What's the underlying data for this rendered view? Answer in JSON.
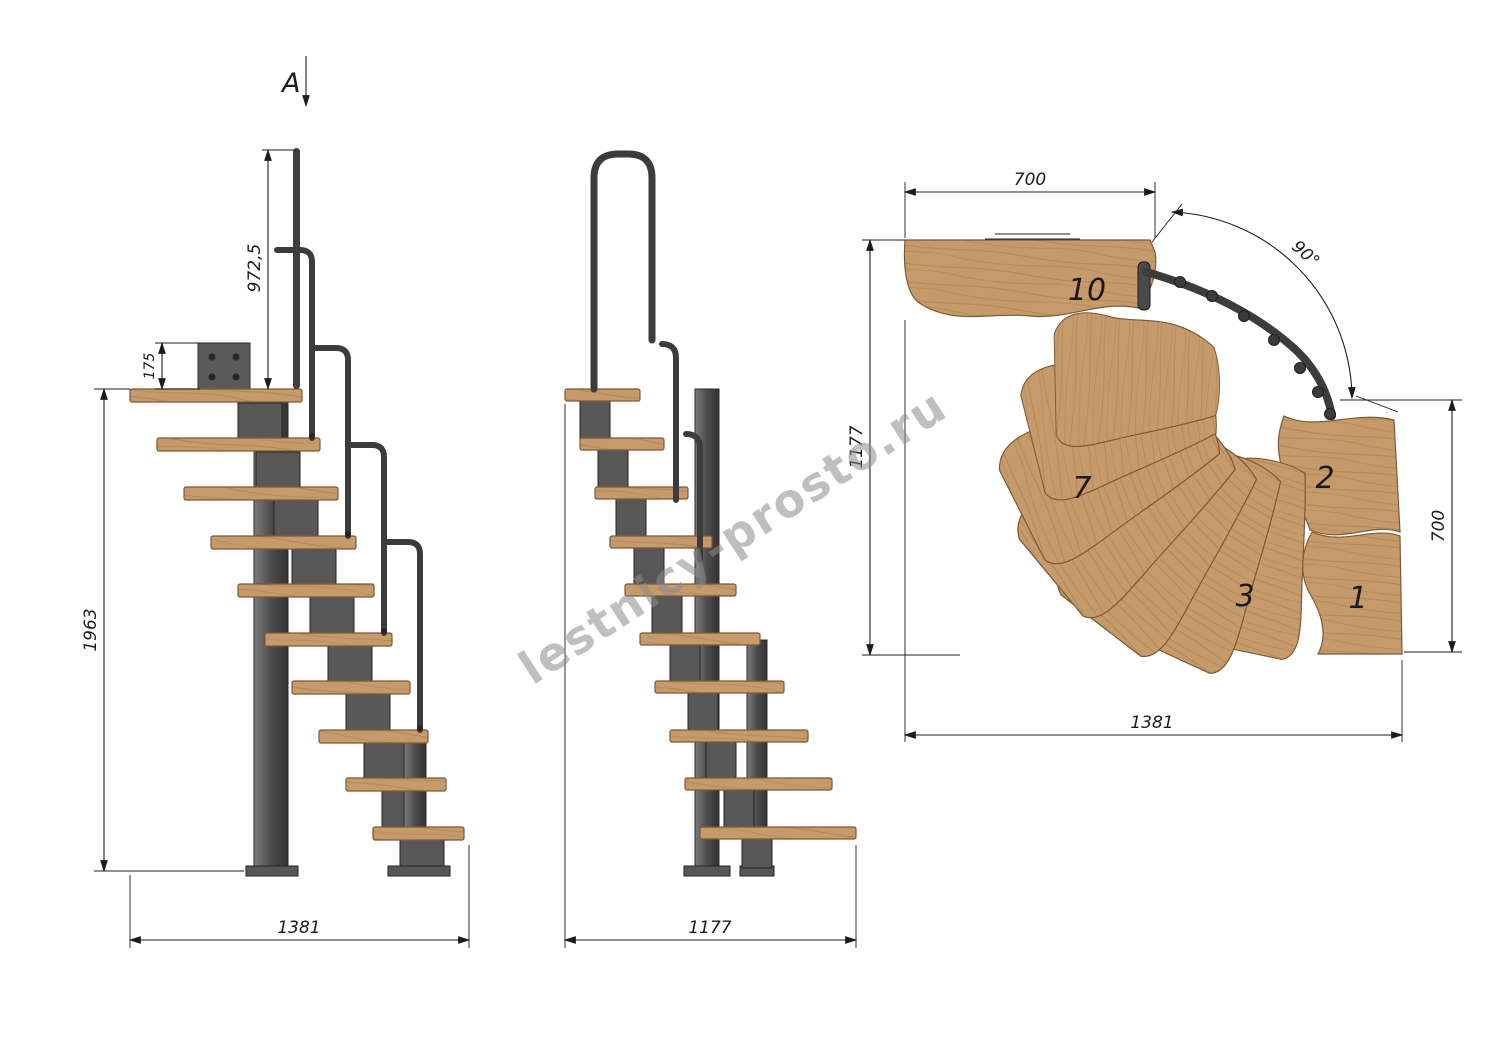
{
  "watermark": {
    "text": "lestnicy-prosto.ru"
  },
  "section_marker": {
    "label": "A"
  },
  "colors": {
    "wood": "#c79a6b",
    "wood_grain": "#a87c4a",
    "wood_edge": "#7a5b38",
    "metal": "#4c4c4c",
    "metal_dark": "#262626",
    "drawing_line": "#1c1c1c",
    "watermark_gray": "#8c8c8c"
  },
  "side_view": {
    "dims": {
      "handrail_height": "972,5",
      "top_plate": "175",
      "total_height": "1963",
      "total_length": "1381"
    }
  },
  "front_view": {
    "dims": {
      "total_width": "1177"
    }
  },
  "plan_view": {
    "dims": {
      "landing_width": "700",
      "turn_angle": "90°",
      "depth": "1177",
      "flight_width": "700",
      "total_length": "1381"
    },
    "tread_numbers": {
      "t1": "1",
      "t2": "2",
      "t3": "3",
      "t7": "7",
      "t10": "10"
    }
  }
}
